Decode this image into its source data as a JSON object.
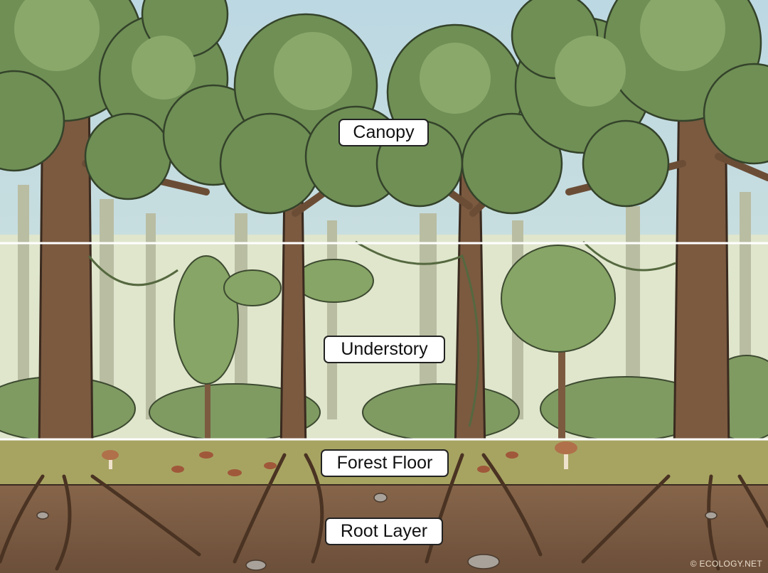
{
  "layers": [
    {
      "label": "Canopy"
    },
    {
      "label": "Understory"
    },
    {
      "label": "Forest Floor"
    },
    {
      "label": "Root Layer"
    }
  ],
  "watermark": "© ECOLOGY.NET",
  "colors": {
    "sky": "#cfe2e6",
    "haze": "#dfe6cc",
    "foliage": "#6f8f55",
    "foliage_light": "#8aa86a",
    "trunk": "#7b5a40",
    "floor": "#a7a462",
    "soil": "#7a5a42",
    "divider": "#ffffff"
  }
}
